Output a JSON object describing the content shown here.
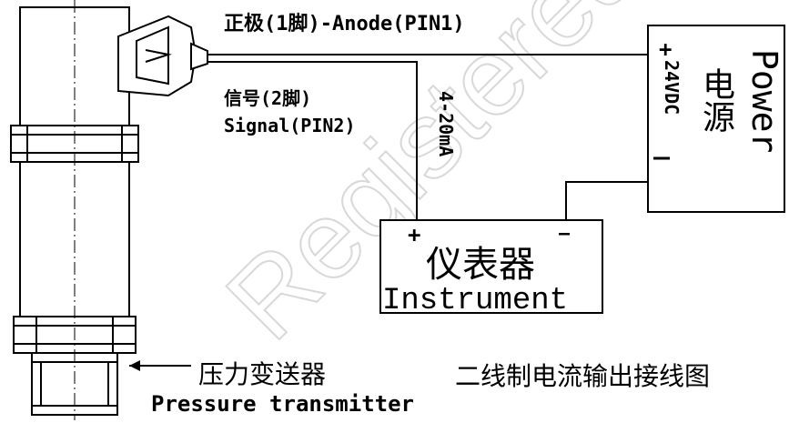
{
  "labels": {
    "anode": "正极(1脚)-Anode(PIN1)",
    "signal_cn": "信号(2脚)",
    "signal_en": "Signal(PIN2)",
    "current": "4-20mA",
    "power_voltage": "24VDC",
    "power_plus": "+",
    "power_minus": "—",
    "power_cn": "电源",
    "power_en": "Power",
    "instrument_plus": "+",
    "instrument_minus": "—",
    "instrument_cn": "仪表器",
    "instrument_en": "Instrument",
    "transmitter_cn": "压力变送器",
    "transmitter_en": "Pressure transmitter",
    "diagram_title": "二线制电流输出接线图"
  },
  "watermark": "Registered"
}
